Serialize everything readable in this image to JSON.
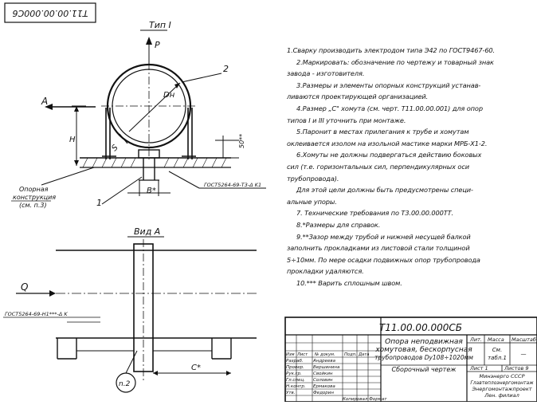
{
  "corner_code": "T11.00.00.000C6",
  "drawing": {
    "type_title": "Тип I",
    "view_title": "Вид А",
    "label_P": "P",
    "label_A": "A",
    "label_Q": "Q",
    "label_H": "H",
    "label_Dn": "Dн",
    "label_S": "S",
    "label_B": "B*",
    "label_C": "C*",
    "label_1": "1",
    "label_2": "2",
    "label_n2": "n.2",
    "dim_50": "50**",
    "gost_weld_1": "ГОСТ5264-69-Т3-Δ K1",
    "gost_weld_2": "ГОСТ5264-69-Н1***-Δ K",
    "support_line1": "Опорная",
    "support_line2": "конструкция",
    "support_line3": "(см. п.3)"
  },
  "notes": [
    "1.Сварку производить электродом типа Э42 по ГОСТ9467-60.",
    "2.Маркировать: обозначение по чертежу и товарный знак",
    "завода - изготовителя.",
    "3.Размеры и элементы опорных конструкций устанав-",
    "ливаются проектирующей организацией.",
    "4.Размер „С\" хомута (см. черт. Т11.00.00.001) для опор",
    "типов I и III уточнить при монтаже.",
    "5.Паронит в местах прилегания к трубе и хомутам",
    "оклеивается изолом на изольной мастике марки МРБ-Х1-2.",
    "6.Хомуты не должны подвергаться действию боковых",
    "сил (т.е. горизонтальных сил, перпендикулярных оси",
    "трубопровода).",
    "Для этой цели должны быть предусмотрены специ-",
    "альные упоры.",
    "7. Технические требования по Т3.00.00.000ТТ.",
    "8.*Размеры для справок.",
    "9.**Зазор между трубой и нижней несущей балкой",
    "заполнить прокладками из листовой стали толщиной",
    "5÷10мм. По мере осадки подвижных опор трубопровода",
    "прокладки удаляются.",
    "10.*** Варить сплошным швом."
  ],
  "title_block": {
    "doc_code": "Т11.00.00.000СБ",
    "name_line1": "Опора неподвижная",
    "name_line2": "хомутовая, бескорпусная",
    "name_line3": "трубопроводов Dу108÷1020мм",
    "name_line4": "Сборочный чертеж",
    "col_lit": "Лит.",
    "col_mass": "Масса",
    "col_scale": "Масштаб",
    "mass_value": "См.",
    "mass_value2": "табл.1",
    "scale_value": "—",
    "sheet_label": "Лист 1",
    "sheets_label": "Листов 9",
    "org_line1": "Минэнерго СССР",
    "org_line2": "Главтеплоэнергомонтаж",
    "org_line3": "Энергомонтажпроект",
    "org_line4": "Лен. филиал",
    "header_cols": [
      "Изм",
      "Лист",
      "№ докум.",
      "Подп.",
      "Дата"
    ],
    "rows": [
      {
        "role": "Разраб.",
        "name": "Андреева"
      },
      {
        "role": "Провер.",
        "name": "Вершинина"
      },
      {
        "role": "Рук.гр.",
        "name": "Свойкин"
      },
      {
        "role": "Гл.спец.",
        "name": "Соловин"
      },
      {
        "role": "Н.контр.",
        "name": "Ермакова"
      },
      {
        "role": "Утв.",
        "name": "Федорин"
      }
    ],
    "footer_text": "Копировал   Формат"
  }
}
